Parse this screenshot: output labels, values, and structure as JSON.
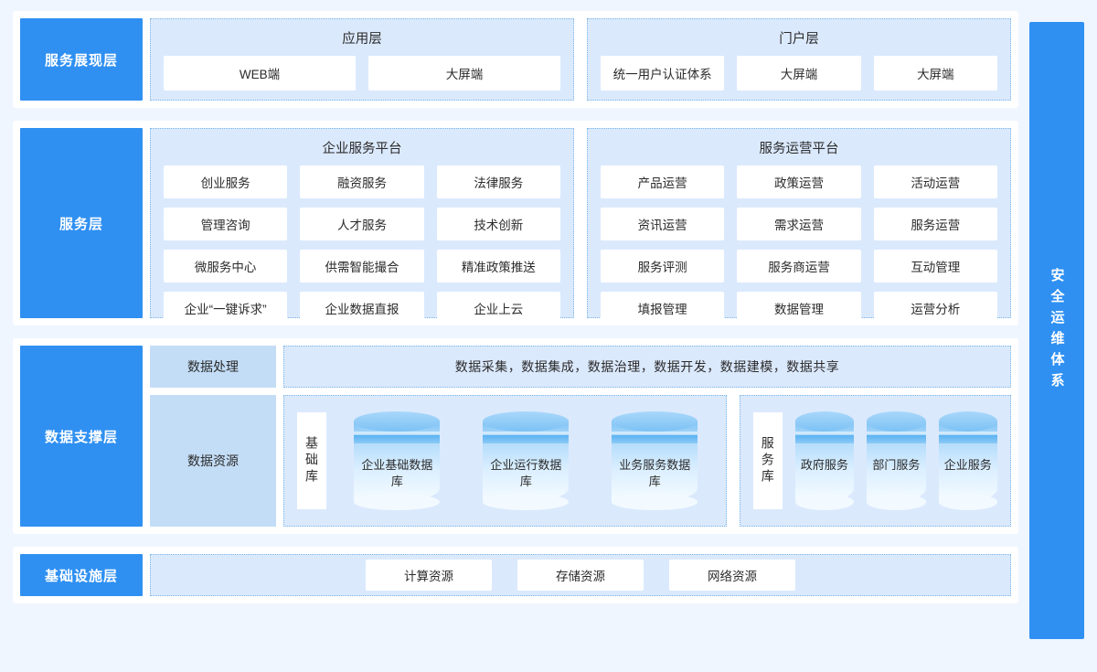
{
  "colors": {
    "accent": "#2f90f2",
    "panel": "#dbe9fd",
    "panel_solid": "#c3ddf7",
    "page_background": "#eff6ff",
    "card": "#ffffff",
    "dotted_border": "#79b6e6"
  },
  "security_sidebar": {
    "label": "安全运维体系"
  },
  "layers": [
    {
      "id": "service-presentation",
      "label": "服务展现层",
      "panels": [
        {
          "id": "application-layer",
          "title": "应用层",
          "items": [
            "WEB端",
            "大屏端"
          ]
        },
        {
          "id": "portal-layer",
          "title": "门户层",
          "items": [
            "统一用户认证体系",
            "大屏端",
            "大屏端"
          ]
        }
      ]
    },
    {
      "id": "service",
      "label": "服务层",
      "panels": [
        {
          "id": "enterprise-service-platform",
          "title": "企业服务平台",
          "items": [
            "创业服务",
            "融资服务",
            "法律服务",
            "管理咨询",
            "人才服务",
            "技术创新",
            "微服务中心",
            "供需智能撮合",
            "精准政策推送",
            "企业“一键诉求”",
            "企业数据直报",
            "企业上云"
          ]
        },
        {
          "id": "service-operation-platform",
          "title": "服务运营平台",
          "items": [
            "产品运营",
            "政策运营",
            "活动运营",
            "资讯运营",
            "需求运营",
            "服务运营",
            "服务评测",
            "服务商运营",
            "互动管理",
            "填报管理",
            "数据管理",
            "运营分析"
          ]
        }
      ]
    },
    {
      "id": "data-support",
      "label": "数据支撑层",
      "data_processing": {
        "block_label": "数据处理",
        "text": "数据采集，数据集成，数据治理，数据开发，数据建模，数据共享"
      },
      "data_resource": {
        "block_label": "数据资源",
        "groups": [
          {
            "id": "base-library",
            "vertical_label": "基础库",
            "databases": [
              "企业基础数据库",
              "企业运行数据库",
              "业务服务数据库"
            ]
          },
          {
            "id": "service-library",
            "vertical_label": "服务库",
            "databases": [
              "政府服务",
              "部门服务",
              "企业服务"
            ]
          }
        ]
      }
    },
    {
      "id": "infrastructure",
      "label": "基础设施层",
      "items": [
        "计算资源",
        "存储资源",
        "网络资源"
      ]
    }
  ]
}
